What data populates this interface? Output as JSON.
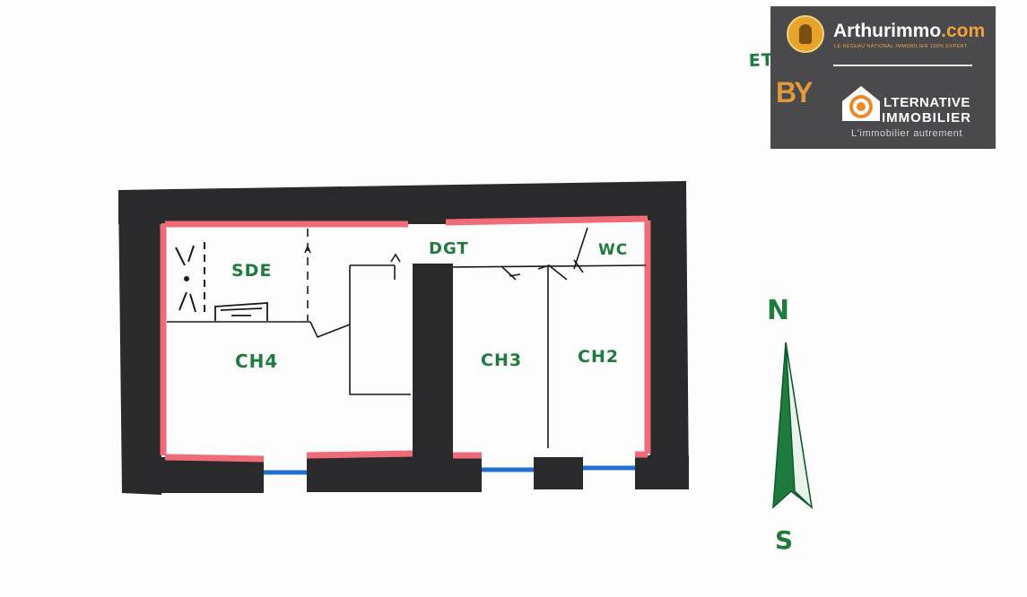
{
  "plan_labels": {
    "etage": "ETAGE",
    "dgt": "DGT",
    "wc": "WC",
    "sde": "SDE",
    "ch4": "CH4",
    "ch3": "CH3",
    "ch2": "CH2"
  },
  "compass": {
    "north": "N",
    "south": "S"
  },
  "logo": {
    "brand_main": "Arthurimmo",
    "brand_tld": ".com",
    "brand_tagline": "LE RÉSEAU NATIONAL IMMOBILIER 100% EXPERT",
    "by": "BY",
    "agency_line1": "LTERNATIVE",
    "agency_line2": "IMMOBILIER",
    "agency_tagline": "L'immobilier autrement"
  },
  "colors": {
    "wall": "#2a2a2c",
    "wall_inner_edge": "#f06b78",
    "window": "#1e6fd0",
    "label_green": "#1f7a3e",
    "compass_green": "#1f7a3e",
    "logo_bg": "#4a4a4c",
    "logo_accent": "#f2a23a"
  }
}
